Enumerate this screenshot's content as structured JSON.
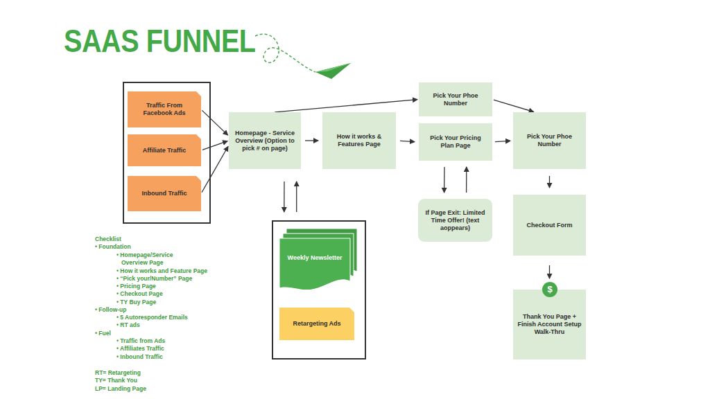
{
  "diagram": {
    "title": "SAAS FUNNEL",
    "nodes": [
      {
        "text": [
          "Traffic From Facebook Ads"
        ]
      },
      {
        "text": [
          "Affiliate Traffic"
        ]
      },
      {
        "text": [
          "Inbound Traffic"
        ]
      },
      {
        "text": [
          "Homepage - Service Overview (Option to pick # on page)"
        ]
      },
      {
        "text": [
          "How it works & Features Page"
        ]
      },
      {
        "text": [
          "Pick Your Phoe Number"
        ]
      },
      {
        "text": [
          "Pick Your Pricing Plan Page"
        ]
      },
      {
        "text": [
          "If Page Exit: Limited Time Offer! (text aoppears)"
        ]
      },
      {
        "text": [
          "Pick Your Phoe Number"
        ]
      },
      {
        "text": [
          "Checkout Form"
        ]
      },
      {
        "text": [
          "Thank You Page + Finish Account Setup Walk-Thru"
        ]
      },
      {
        "text": [
          "Weekly Newsletter"
        ]
      },
      {
        "text": [
          "Retargeting Ads"
        ]
      }
    ],
    "edges": [
      {
        "from": 0,
        "to": 3,
        "arrow": "to"
      },
      {
        "from": 1,
        "to": 3,
        "arrow": "to"
      },
      {
        "from": 2,
        "to": 3,
        "arrow": "to"
      },
      {
        "from": 3,
        "to": 4,
        "arrow": "to"
      },
      {
        "from": 3,
        "to": 5,
        "arrow": "to"
      },
      {
        "from": 4,
        "to": 6,
        "arrow": "to"
      },
      {
        "from": 5,
        "to": 8,
        "arrow": "to"
      },
      {
        "from": 6,
        "to": 8,
        "arrow": "to"
      },
      {
        "from": 6,
        "to": 7,
        "arrow": "to"
      },
      {
        "from": 7,
        "to": 6,
        "arrow": "to"
      },
      {
        "from": 8,
        "to": 9,
        "arrow": "to"
      },
      {
        "from": 9,
        "to": 10,
        "arrow": "to"
      },
      {
        "from": 3,
        "to": 11,
        "arrow": "to"
      },
      {
        "from": 11,
        "to": 3,
        "arrow": "to"
      }
    ],
    "labels": [
      "$",
      "Checklist",
      "• Foundation",
      "• Homepage/Service Overview Page",
      "• How it works and Feature Page",
      "• “Pick your/Number” Page",
      "• Pricing Page",
      "• Checkout Page",
      "• TY Buy Page",
      "• Follow-up",
      "• 5 Autoresponder Emails",
      "• RT ads",
      "• Fuel",
      "• Traffic from Ads",
      "• Affiliates Traffic",
      "• Inbound Traffic",
      "RT= Retargeting",
      "TY= Thank You",
      "LP= Landing Page"
    ]
  }
}
